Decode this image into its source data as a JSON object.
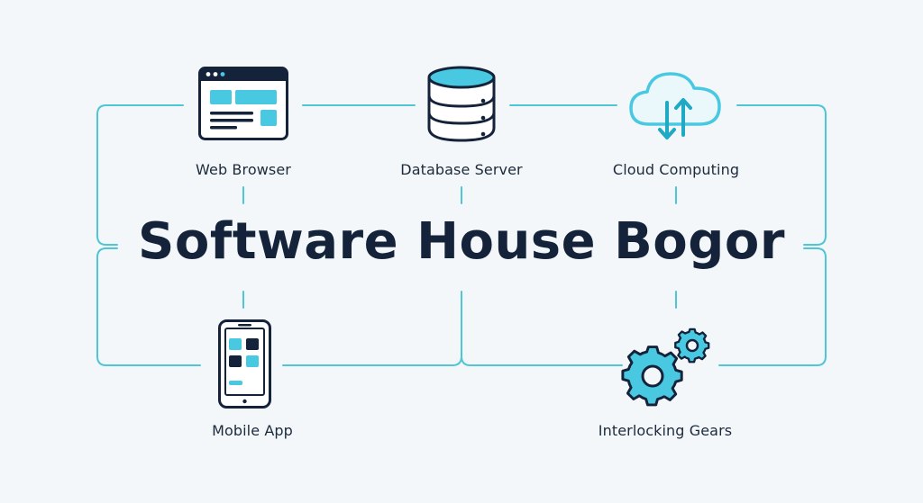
{
  "title": "Software House Bogor",
  "colors": {
    "line": "#4fc6d6",
    "icon_fill": "#49c8e2",
    "icon_light": "#d8f4fb",
    "icon_dark": "#14233a",
    "background": "#f4f7fa"
  },
  "nodes": [
    {
      "id": "web-browser",
      "label": "Web Browser",
      "icon": "browser-window-icon"
    },
    {
      "id": "database-server",
      "label": "Database Server",
      "icon": "database-icon"
    },
    {
      "id": "cloud-computing",
      "label": "Cloud Computing",
      "icon": "cloud-sync-icon"
    },
    {
      "id": "mobile-app",
      "label": "Mobile App",
      "icon": "smartphone-icon"
    },
    {
      "id": "interlocking-gears",
      "label": "Interlocking Gears",
      "icon": "gears-icon"
    }
  ]
}
